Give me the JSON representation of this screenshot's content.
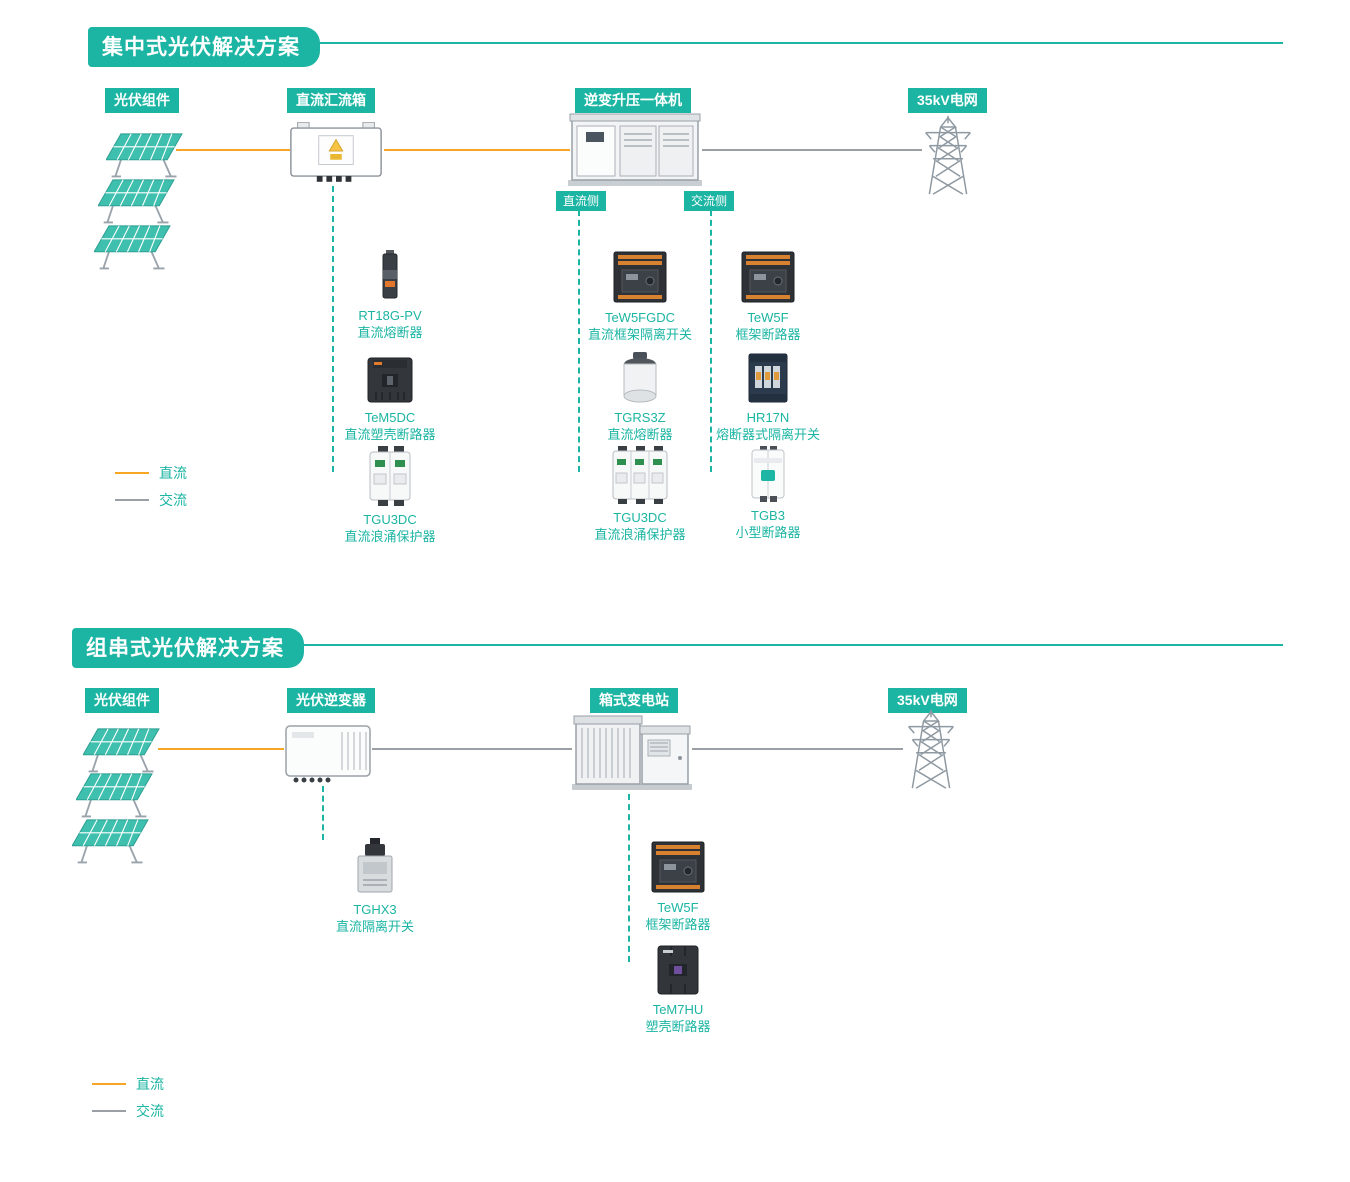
{
  "theme": {
    "teal": "#1cb5a3",
    "orange": "#f6a623",
    "gray": "#9aa0a6"
  },
  "s1": {
    "title": "集中式光伏解决方案",
    "nodes": {
      "pv": "光伏组件",
      "combiner": "直流汇流箱",
      "inverter": "逆变升压一体机",
      "grid": "35kV电网"
    },
    "badges": {
      "dc": "直流侧",
      "ac": "交流侧"
    },
    "col1": [
      {
        "name": "RT18G-PV",
        "desc": "直流熔断器"
      },
      {
        "name": "TeM5DC",
        "desc": "直流塑壳断路器"
      },
      {
        "name": "TGU3DC",
        "desc": "直流浪涌保护器"
      }
    ],
    "col2": [
      {
        "name": "TeW5FGDC",
        "desc": "直流框架隔离开关"
      },
      {
        "name": "TGRS3Z",
        "desc": "直流熔断器"
      },
      {
        "name": "TGU3DC",
        "desc": "直流浪涌保护器"
      }
    ],
    "col3": [
      {
        "name": "TeW5F",
        "desc": "框架断路器"
      },
      {
        "name": "HR17N",
        "desc": "熔断器式隔离开关"
      },
      {
        "name": "TGB3",
        "desc": "小型断路器"
      }
    ],
    "legend": {
      "dc": "直流",
      "ac": "交流"
    }
  },
  "s2": {
    "title": "组串式光伏解决方案",
    "nodes": {
      "pv": "光伏组件",
      "inverter": "光伏逆变器",
      "substation": "箱式变电站",
      "grid": "35kV电网"
    },
    "col1": [
      {
        "name": "TGHX3",
        "desc": "直流隔离开关"
      }
    ],
    "col2": [
      {
        "name": "TeW5F",
        "desc": "框架断路器"
      },
      {
        "name": "TeM7HU",
        "desc": "塑壳断路器"
      }
    ],
    "legend": {
      "dc": "直流",
      "ac": "交流"
    }
  }
}
